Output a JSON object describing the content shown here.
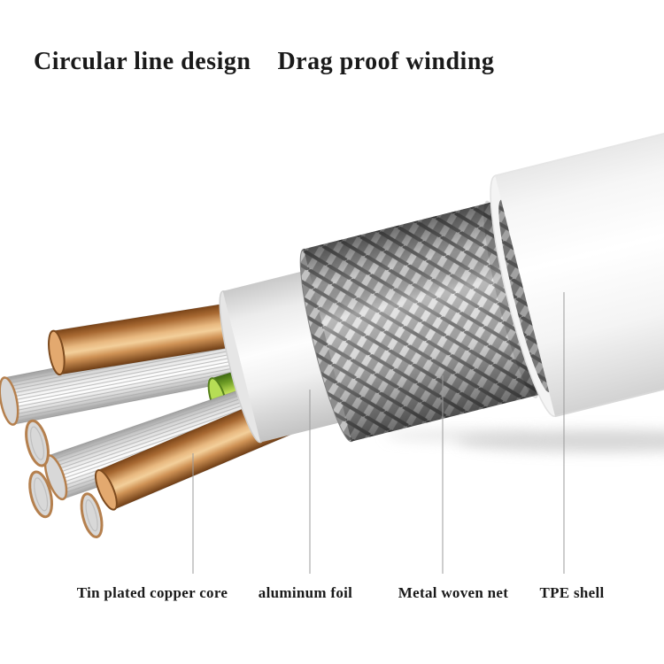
{
  "title": {
    "left": "Circular line design",
    "right": "Drag proof winding"
  },
  "callouts": [
    {
      "id": "tin-plated-copper-core",
      "label": "Tin plated copper core"
    },
    {
      "id": "aluminum-foil",
      "label": "aluminum foil"
    },
    {
      "id": "metal-woven-net",
      "label": "Metal woven net"
    },
    {
      "id": "tpe-shell",
      "label": "TPE shell"
    }
  ],
  "diagram": {
    "type": "annotated-product-cutaway",
    "subject": "cable cross-section showing internal layers",
    "layers_outer_to_inner": [
      "TPE shell",
      "Metal woven net",
      "aluminum foil",
      "Tin plated copper core"
    ],
    "colors": {
      "background": "#ffffff",
      "text": "#1a1a1a",
      "leader_line": "#9b9b9b",
      "copper": "#c98c52",
      "green_wire": "#8bc53f",
      "braid_silver": "#9c9c9c",
      "foil_white": "#f1f1f1",
      "shell_white": "#ffffff"
    }
  }
}
